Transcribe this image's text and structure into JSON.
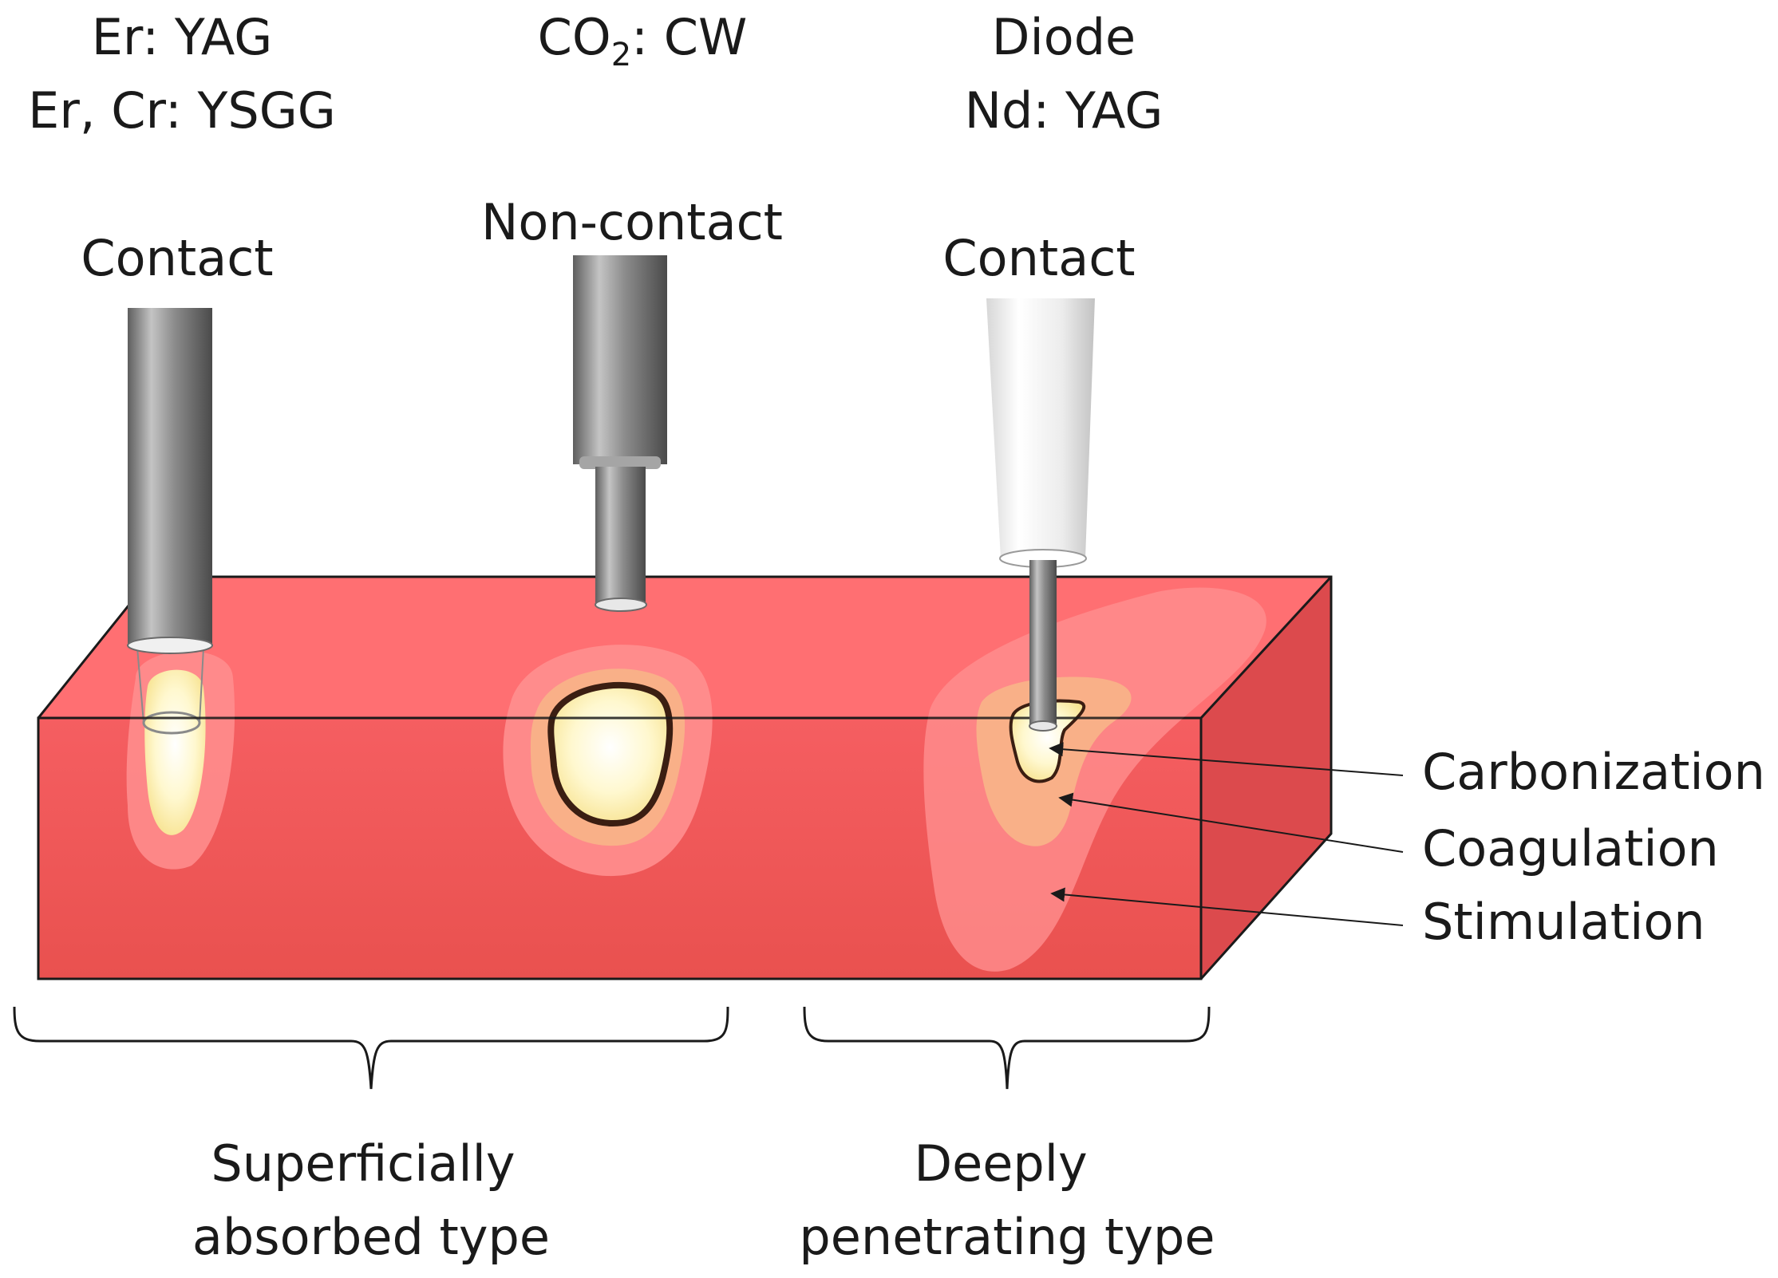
{
  "lasers": [
    {
      "types": [
        "Er: YAG",
        "Er, Cr: YSGG"
      ],
      "mode": "Contact"
    },
    {
      "types_parts": {
        "pre": "CO",
        "sub": "2",
        "post": ": CW"
      },
      "mode": "Non-contact"
    },
    {
      "types": [
        "Diode",
        "Nd: YAG"
      ],
      "mode": "Contact"
    }
  ],
  "zones": [
    "Carbonization",
    "Coagulation",
    "Stimulation"
  ],
  "groups": [
    {
      "lines": [
        "Superficially",
        "absorbed type"
      ]
    },
    {
      "lines": [
        "Deeply",
        "penetrating type"
      ]
    }
  ],
  "colors": {
    "tissue_front": "#f2595c",
    "tissue_top": "#ff6f72",
    "tissue_side": "#dc4a4d",
    "stimulation": "#ff8f8f",
    "coagulation": "#f9b088",
    "carbonization_core": "#fff8cf",
    "char_outline": "#3b1e12"
  }
}
